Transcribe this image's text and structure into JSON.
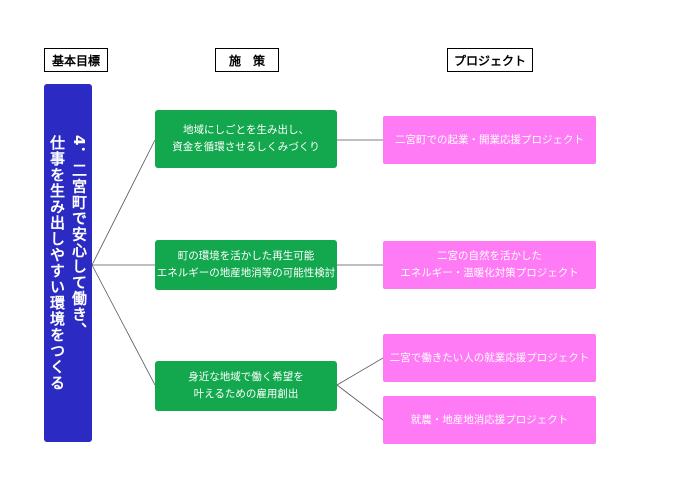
{
  "headers": {
    "goal": "基本目標",
    "measure": "施　策",
    "project": "プロジェクト"
  },
  "goal": {
    "line1": "4．二宮町で安心して働き、",
    "line2": "仕事を生み出しやすい環境をつくる"
  },
  "measures": [
    {
      "line1": "地域にしごとを生み出し、",
      "line2": "資金を循環させるしくみづくり"
    },
    {
      "line1": "町の環境を活かした再生可能",
      "line2": "エネルギーの地産地消等の可能性検討"
    },
    {
      "line1": "身近な地域で働く希望を",
      "line2": "叶えるための雇用創出"
    }
  ],
  "projects": [
    {
      "line1": "二宮町での起業・開業応援プロジェクト",
      "line2": ""
    },
    {
      "line1": "二宮の自然を活かした",
      "line2": "エネルギー・温暖化対策プロジェクト"
    },
    {
      "line1": "二宮で働きたい人の就業応援プロジェクト",
      "line2": ""
    },
    {
      "line1": "就農・地産地消応援プロジェクト",
      "line2": ""
    }
  ],
  "colors": {
    "goal": "#2b2bc4",
    "measure": "#13a84e",
    "project": "#ff7af5"
  }
}
